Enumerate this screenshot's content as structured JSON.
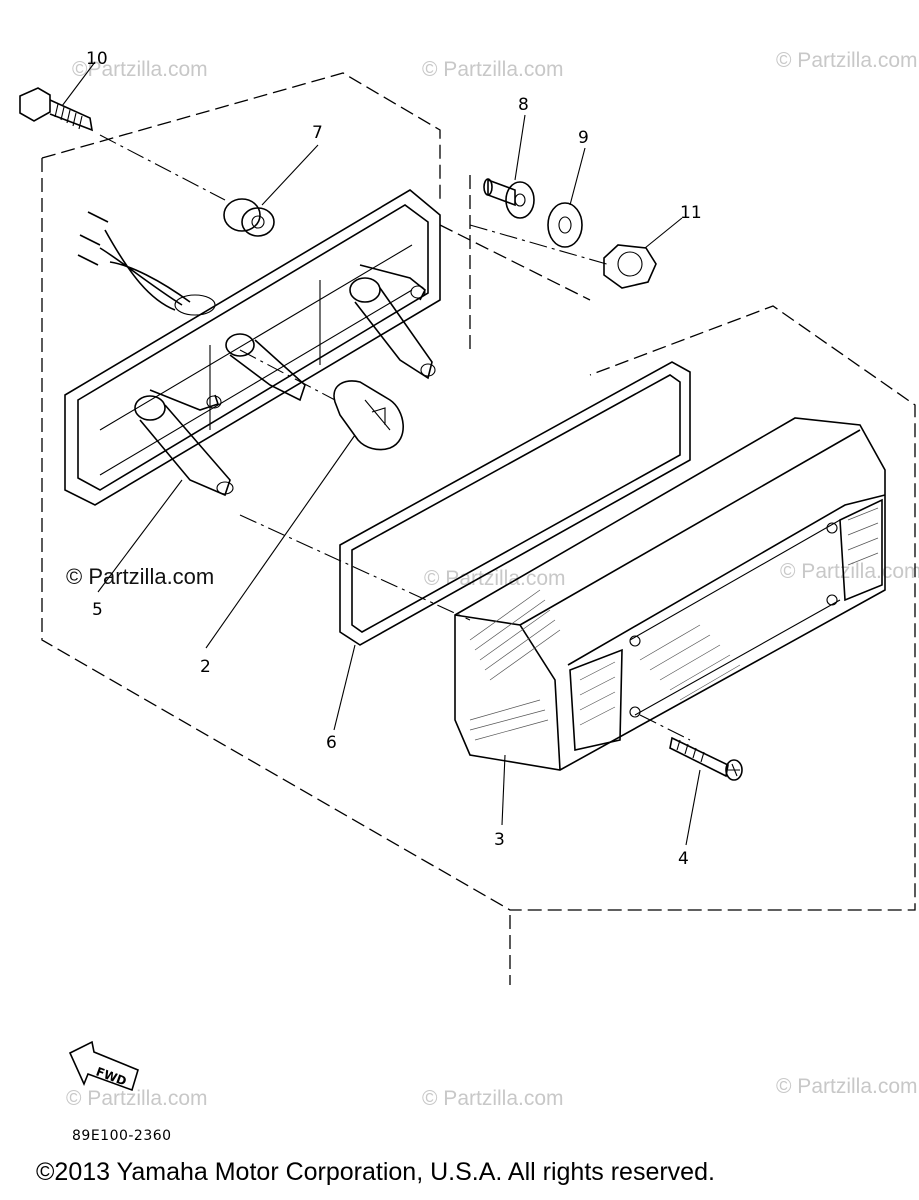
{
  "watermarks": {
    "text": "© Partzilla.com",
    "top_left": "©Partzilla.com",
    "fwd_area": "© Partzilla.com"
  },
  "callouts": {
    "c1": "2",
    "c2": "3",
    "c3": "4",
    "c4": "5",
    "c5": "6",
    "c6": "7",
    "c7": "8",
    "c8": "9",
    "c9": "10",
    "c10": "11"
  },
  "fwd_label": "FWD",
  "part_code": "89E100-2360",
  "copyright": "©2013 Yamaha Motor Corporation, U.S.A. All rights reserved.",
  "icons": {
    "fwd_arrow": "fwd-arrow-icon"
  }
}
